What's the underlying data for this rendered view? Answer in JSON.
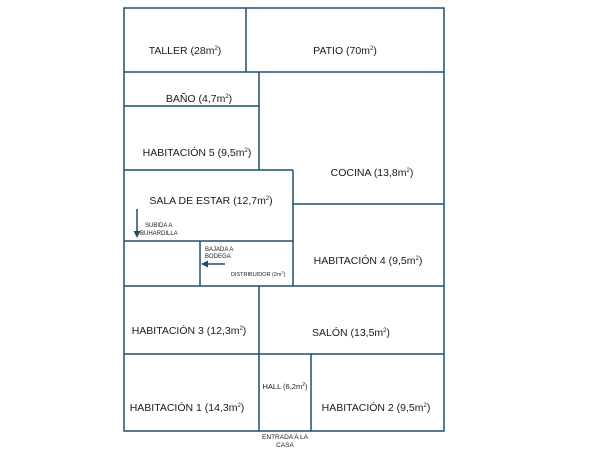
{
  "rooms": {
    "taller": {
      "label": "TALLER (28m",
      "sup": "2",
      "close": ")"
    },
    "patio": {
      "label": "PATIO (70m",
      "sup": "2",
      "close": ")"
    },
    "bano": {
      "label": "BAÑO (4,7m",
      "sup": "2",
      "close": ")"
    },
    "habitacion5": {
      "label": "HABITACIÓN 5 (9,5m",
      "sup": "2",
      "close": ")"
    },
    "cocina": {
      "label": "COCINA (13,8m",
      "sup": "2",
      "close": ")"
    },
    "sala_estar": {
      "label": "SALA DE ESTAR (12,7m",
      "sup": "2",
      "close": ")"
    },
    "habitacion4": {
      "label": "HABITACIÓN 4 (9,5m",
      "sup": "2",
      "close": ")"
    },
    "habitacion3": {
      "label": "HABITACIÓN 3 (12,3m",
      "sup": "2",
      "close": ")"
    },
    "salon": {
      "label": "SALÓN (13,5m",
      "sup": "2",
      "close": ")"
    },
    "hall": {
      "label": "HALL (6,2m",
      "sup": "2",
      "close": ")"
    },
    "habitacion1": {
      "label": "HABITACIÓN 1 (14,3m",
      "sup": "2",
      "close": ")"
    },
    "habitacion2": {
      "label": "HABITACIÓN 2 (9,5m",
      "sup": "2",
      "close": ")"
    },
    "distribuidor": {
      "label": "DISTRIBUIDOR (2m",
      "sup": "2",
      "close": ")"
    }
  },
  "notes": {
    "subida_line1": "SUBIDA A",
    "subida_line2": "BUHARDILLA",
    "bajada_line1": "BAJADA A",
    "bajada_line2": "BODEGA",
    "entrada_line1": "ENTRADA A LA",
    "entrada_line2": "CASA"
  },
  "colors": {
    "walls": "#1f4e6b",
    "arrow": "#1f4e6b",
    "text": "#1a1a1a"
  }
}
